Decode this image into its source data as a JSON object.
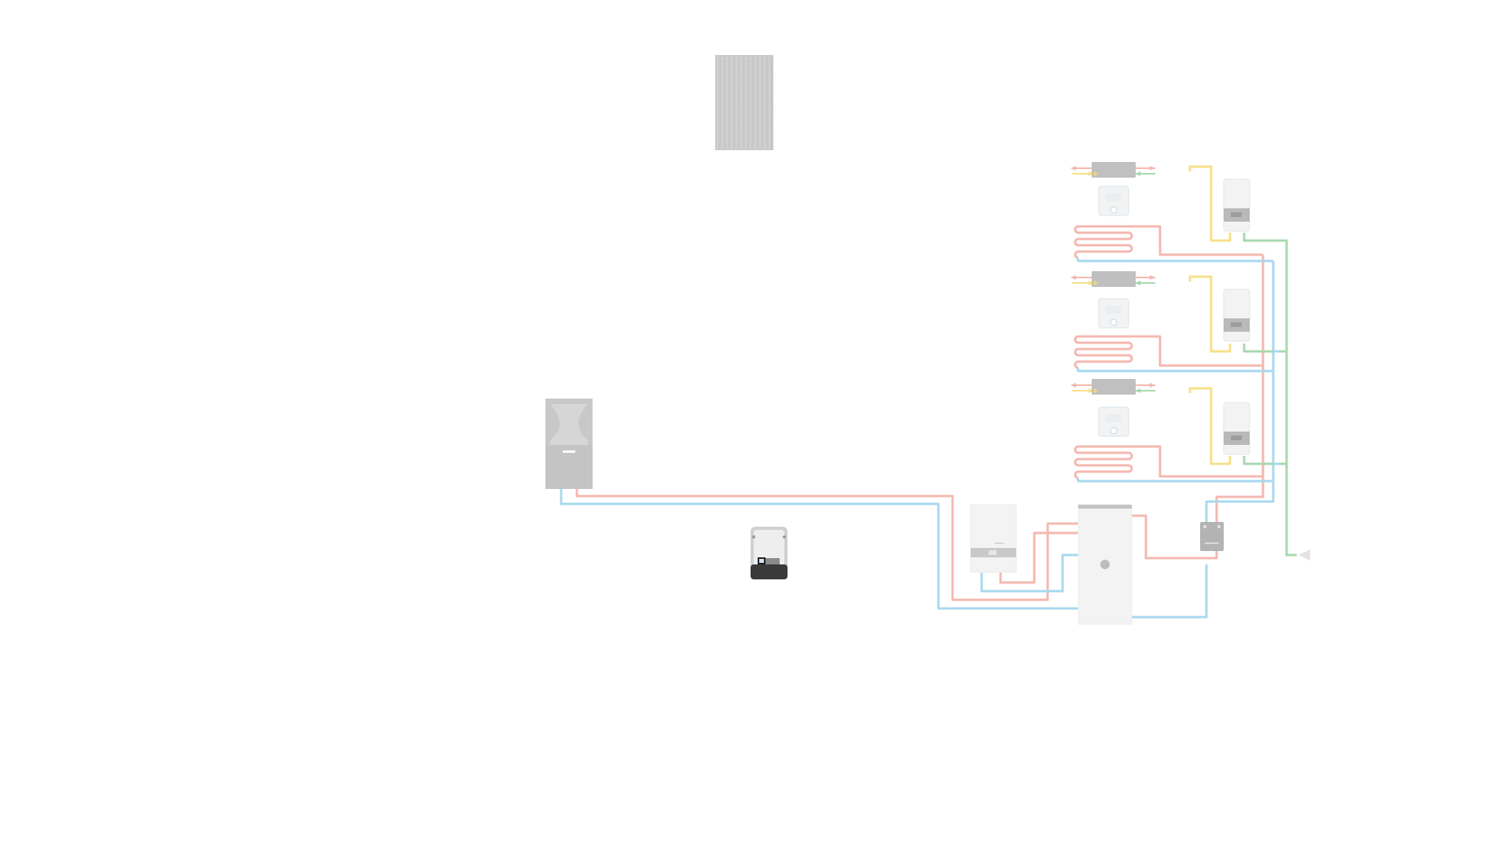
{
  "colors": {
    "background": "#ffffff",
    "supply_pipe": "#f4b8b0",
    "return_pipe": "#a8d8ef",
    "yellow_line": "#f7e08a",
    "green_line": "#a8d8b0",
    "device_grey": "#c8c8c8",
    "device_light": "#f3f3f3",
    "device_outline": "#e2e2e2",
    "dark_grey": "#8c8c8c"
  },
  "components": [
    {
      "name": "solar-panel",
      "kind": "solar panel"
    },
    {
      "name": "heat-pump-outdoor-unit",
      "kind": "heat pump"
    },
    {
      "name": "pv-inverter",
      "kind": "inverter"
    },
    {
      "name": "wall-boiler",
      "kind": "boiler"
    },
    {
      "name": "hot-water-cylinder",
      "kind": "storage tank"
    },
    {
      "name": "control-unit",
      "kind": "controller"
    },
    {
      "name": "ventilation-unit-1",
      "kind": "ventilation"
    },
    {
      "name": "ventilation-unit-2",
      "kind": "ventilation"
    },
    {
      "name": "ventilation-unit-3",
      "kind": "ventilation"
    },
    {
      "name": "room-thermostat-1",
      "kind": "thermostat"
    },
    {
      "name": "room-thermostat-2",
      "kind": "thermostat"
    },
    {
      "name": "room-thermostat-3",
      "kind": "thermostat"
    },
    {
      "name": "underfloor-heating-1",
      "kind": "underfloor loop"
    },
    {
      "name": "underfloor-heating-2",
      "kind": "underfloor loop"
    },
    {
      "name": "underfloor-heating-3",
      "kind": "underfloor loop"
    },
    {
      "name": "wall-heater-1",
      "kind": "heater"
    },
    {
      "name": "wall-heater-2",
      "kind": "heater"
    },
    {
      "name": "wall-heater-3",
      "kind": "heater"
    }
  ]
}
